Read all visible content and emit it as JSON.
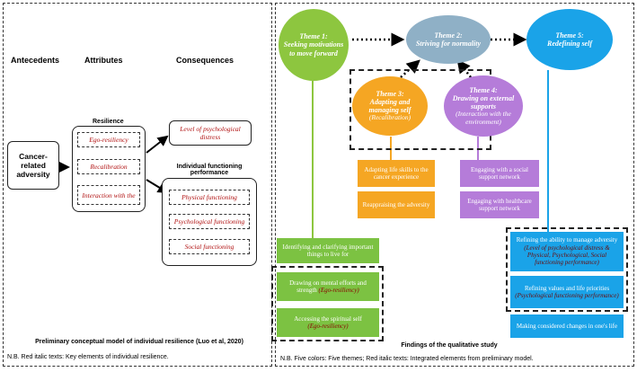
{
  "left": {
    "headers": {
      "antecedents": "Antecedents",
      "attributes": "Attributes",
      "consequences": "Consequences"
    },
    "antecedent_box": "Cancer-related adversity",
    "resilience_label": "Resilience",
    "attributes": [
      "Ego-resiliency",
      "Recalibration",
      "Interaction with the"
    ],
    "consequence_top": "Level of psychological distress",
    "individual_label": "Individual functioning performance",
    "functioning": [
      "Physical functioning",
      "Psychological functioning",
      "Social functioning"
    ],
    "caption": "Preliminary conceptual model of individual resilience (Luo et al, 2020)",
    "note": "N.B. Red italic texts: Key elements of individual resilience."
  },
  "right": {
    "themes": {
      "t1": {
        "title": "Theme 1:",
        "name": "Seeking motivations to move forward"
      },
      "t2": {
        "title": "Theme 2:",
        "name": "Striving for normality"
      },
      "t3": {
        "title": "Theme 3:",
        "name": "Adapting and managing self",
        "sub": "(Recalibration)"
      },
      "t4": {
        "title": "Theme 4:",
        "name": "Drawing on external supports",
        "sub": "(Interaction with the environment)"
      },
      "t5": {
        "title": "Theme 5:",
        "name": "Redefining self"
      }
    },
    "green_boxes": [
      {
        "text": "Identifying and clarifying important things to live for",
        "tag": ""
      },
      {
        "text": "Drawing on mental efforts and strength",
        "tag": "(Ego-resiliency)"
      },
      {
        "text": "Accessing the spiritual self",
        "tag": "(Ego-resiliency)"
      }
    ],
    "orange_boxes": [
      "Adapting life skills to the cancer experience",
      "Reappraising the adversity"
    ],
    "purple_boxes": [
      "Engaging with a social support network",
      "Engaging with healthcare support network"
    ],
    "blue_boxes": [
      {
        "text": "Refining the ability to manage adversity",
        "tag": "(Level of psychological distress & Physical, Psychological, Social functioning performance)"
      },
      {
        "text": "Refining values and life priorities",
        "tag": "(Psychological functioning performance)"
      },
      {
        "text": "Making considered changes in one's life",
        "tag": ""
      }
    ],
    "caption": "Findings of the qualitative study",
    "note": "N.B. Five colors: Five themes; Red italic texts: Integrated elements from preliminary model."
  },
  "colors": {
    "green": "#8dc63f",
    "green_box": "#7cc242",
    "blue_grey": "#8fb0c6",
    "orange": "#f5a623",
    "purple": "#b57cd9",
    "blue": "#1aa3e8"
  }
}
